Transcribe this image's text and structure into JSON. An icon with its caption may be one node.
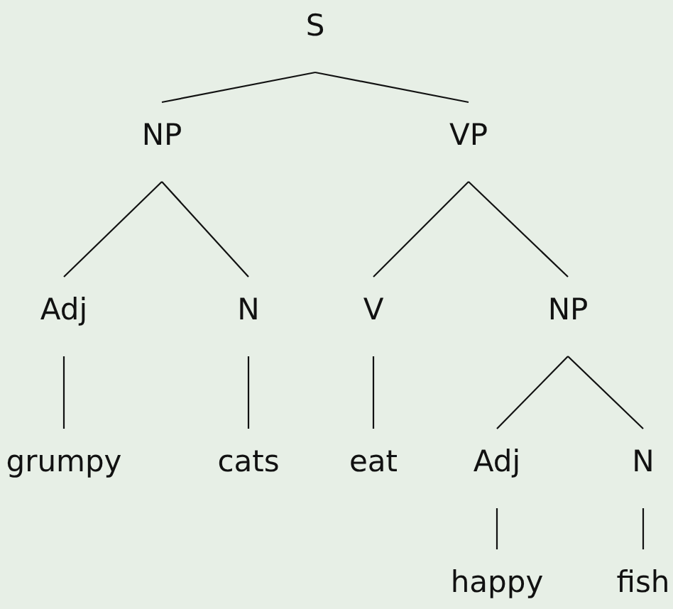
{
  "diagram": {
    "nodes": [
      {
        "text": [
          "S"
        ]
      },
      {
        "text": [
          "NP"
        ]
      },
      {
        "text": [
          "VP"
        ]
      },
      {
        "text": [
          "Adj"
        ]
      },
      {
        "text": [
          "N"
        ]
      },
      {
        "text": [
          "V"
        ]
      },
      {
        "text": [
          "NP"
        ]
      },
      {
        "text": [
          "grumpy"
        ]
      },
      {
        "text": [
          "cats"
        ]
      },
      {
        "text": [
          "eat"
        ]
      },
      {
        "text": [
          "Adj"
        ]
      },
      {
        "text": [
          "N"
        ]
      },
      {
        "text": [
          "happy"
        ]
      },
      {
        "text": [
          "fish"
        ]
      }
    ],
    "edges": [
      {
        "from": 0,
        "to": 1,
        "arrow": "none"
      },
      {
        "from": 0,
        "to": 2,
        "arrow": "none"
      },
      {
        "from": 1,
        "to": 3,
        "arrow": "none"
      },
      {
        "from": 1,
        "to": 4,
        "arrow": "none"
      },
      {
        "from": 2,
        "to": 5,
        "arrow": "none"
      },
      {
        "from": 2,
        "to": 6,
        "arrow": "none"
      },
      {
        "from": 3,
        "to": 7,
        "arrow": "none"
      },
      {
        "from": 4,
        "to": 8,
        "arrow": "none"
      },
      {
        "from": 5,
        "to": 9,
        "arrow": "none"
      },
      {
        "from": 6,
        "to": 10,
        "arrow": "none"
      },
      {
        "from": 6,
        "to": 11,
        "arrow": "none"
      },
      {
        "from": 10,
        "to": 12,
        "arrow": "none"
      },
      {
        "from": 11,
        "to": 13,
        "arrow": "none"
      }
    ]
  }
}
